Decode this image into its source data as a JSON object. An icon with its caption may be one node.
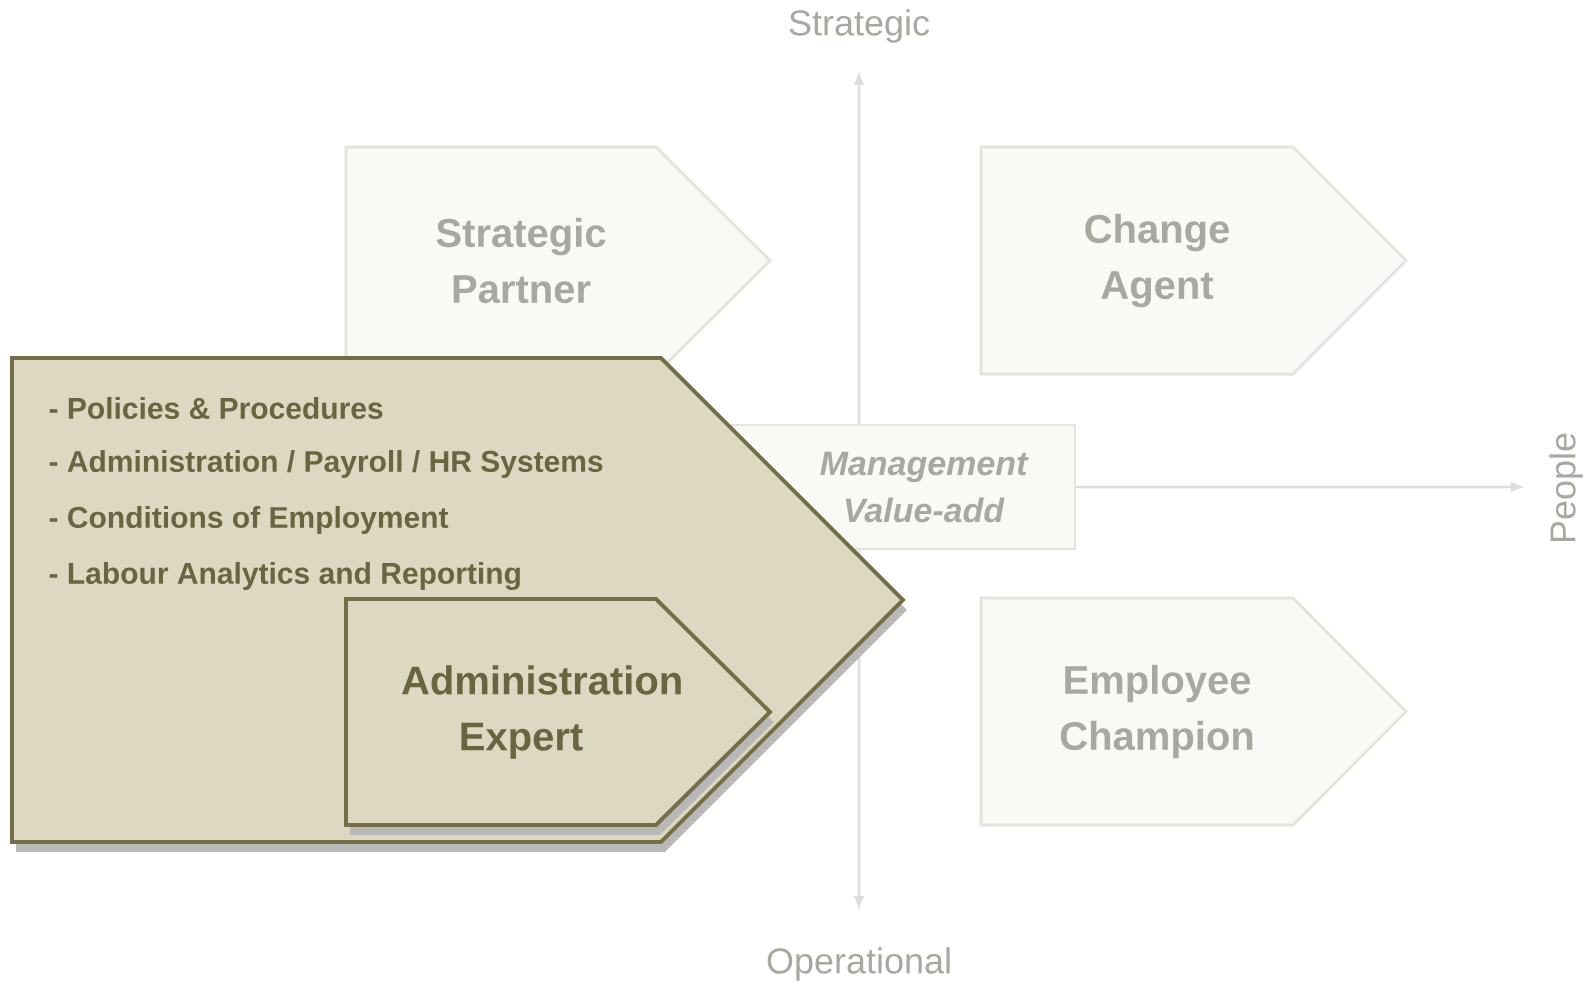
{
  "diagram": {
    "nodes": [
      {
        "text": [
          "Strategic Partner"
        ]
      },
      {
        "text": [
          "Change Agent"
        ]
      },
      {
        "text": [
          "- Policies & Procedures",
          "- Administration / Payroll / HR Systems",
          "- Conditions of Employment",
          "- Labour Analytics and Reporting"
        ]
      },
      {
        "text": [
          "Management Value-add"
        ]
      },
      {
        "text": [
          "Administration Expert"
        ],
        "in": 2
      },
      {
        "text": [
          "Employee Champion"
        ]
      }
    ],
    "edges": [],
    "labels": [
      "Strategic",
      "People",
      "Operational"
    ]
  }
}
